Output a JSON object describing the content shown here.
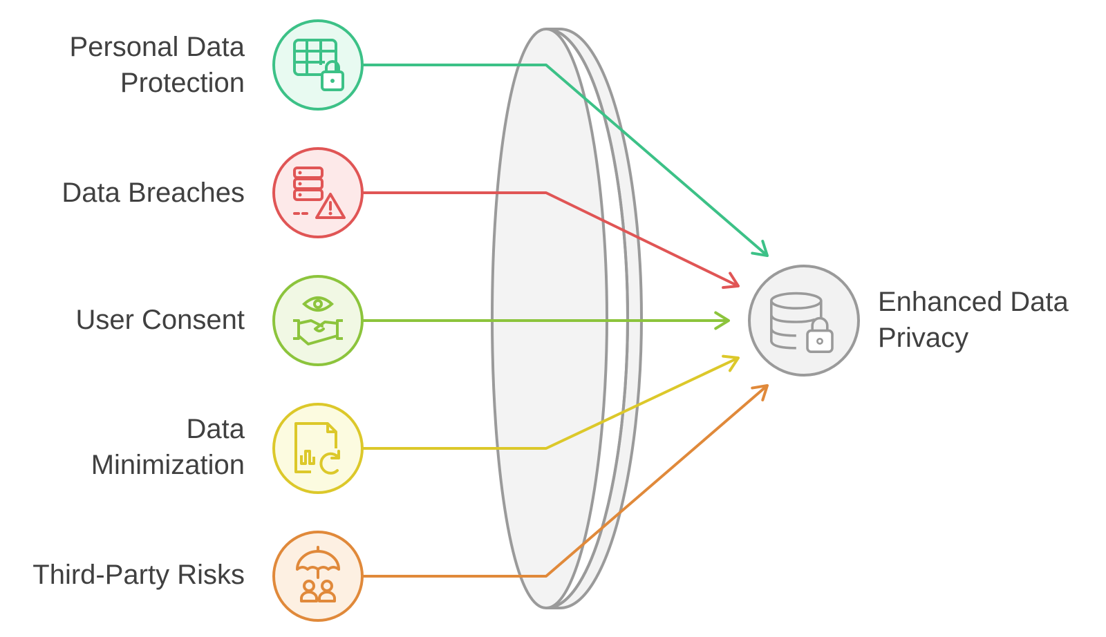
{
  "inputs": [
    {
      "id": "personal",
      "lines": [
        "Personal Data",
        "Protection"
      ],
      "icon": "table-lock-icon",
      "stroke": "#3cc187",
      "fill": "#e8faf1"
    },
    {
      "id": "breaches",
      "lines": [
        "Data Breaches"
      ],
      "icon": "server-warning-icon",
      "stroke": "#e05555",
      "fill": "#fde9e9"
    },
    {
      "id": "consent",
      "lines": [
        "User Consent"
      ],
      "icon": "eye-handshake-icon",
      "stroke": "#8cc43c",
      "fill": "#f1f8e4"
    },
    {
      "id": "minimization",
      "lines": [
        "Data",
        "Minimization"
      ],
      "icon": "document-chart-refresh-icon",
      "stroke": "#dcc82a",
      "fill": "#fcfbe0"
    },
    {
      "id": "thirdparty",
      "lines": [
        "Third-Party Risks"
      ],
      "icon": "umbrella-people-icon",
      "stroke": "#e0893a",
      "fill": "#fdf0e2"
    }
  ],
  "output": {
    "lines": [
      "Enhanced Data",
      "Privacy"
    ],
    "icon": "database-lock-icon",
    "stroke": "#9a9a9a",
    "fill": "#f2f2f2"
  },
  "lens": {
    "icon": "lens-shape",
    "stroke": "#9a9a9a",
    "fill": "#f3f3f3"
  }
}
